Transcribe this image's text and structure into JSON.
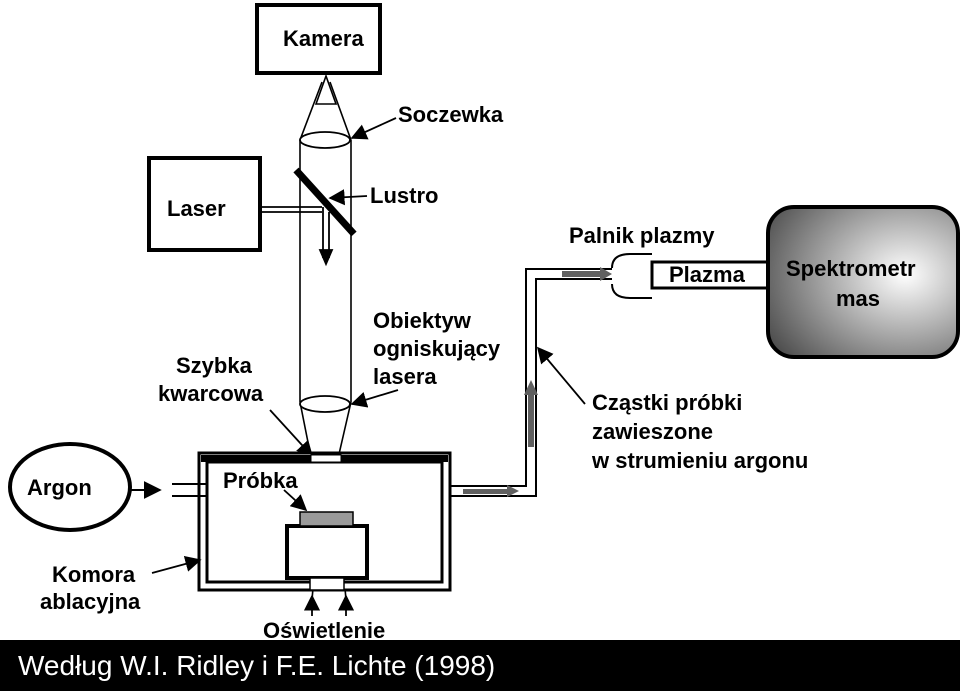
{
  "labels": {
    "kamera": "Kamera",
    "soczewka": "Soczewka",
    "laser": "Laser",
    "lustro": "Lustro",
    "palnik": "Palnik plazmy",
    "plazma": "Plazma",
    "spektrometr_1": "Spektrometr",
    "spektrometr_2": "mas",
    "obiektyw_1": "Obiektyw",
    "obiektyw_2": "ogniskujący",
    "obiektyw_3": "lasera",
    "szybka_1": "Szybka",
    "szybka_2": "kwarcowa",
    "czastki_1": "Cząstki próbki",
    "czastki_2": "zawieszone",
    "czastki_3": "w strumieniu argonu",
    "argon": "Argon",
    "probka": "Próbka",
    "komora_1": "Komora",
    "komora_2": "ablacyjna",
    "oswietlenie": "Oświetlenie"
  },
  "caption": {
    "text": "Według W.I. Ridley i F.E. Lichte (1998)"
  },
  "colors": {
    "background": "#ffffff",
    "ink": "#000000",
    "flow_arrow": "#606060",
    "spectrometer_light": "#ffffff",
    "spectrometer_dark": "#4a4a4a",
    "caption_bg": "#000000",
    "caption_text": "#ffffff"
  }
}
